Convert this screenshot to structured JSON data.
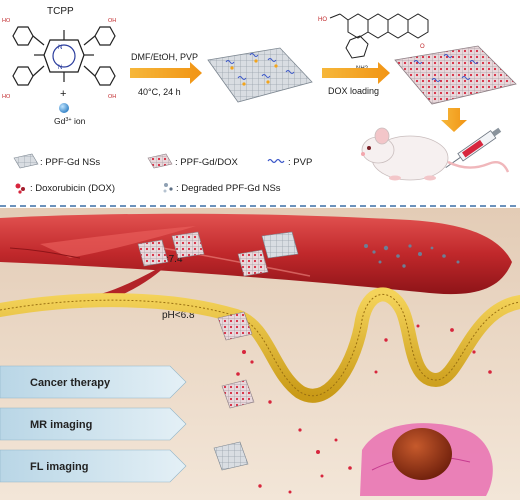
{
  "synthesis": {
    "tcpp_label": "TCPP",
    "plus_sign": "+",
    "gd_ion_label": "Gd",
    "gd_ion_charge": "3+",
    "gd_ion_suffix": " ion",
    "step1_reagents": "DMF/EtOH, PVP",
    "step1_conditions": "40°C, 24 h",
    "step2_label": "DOX loading"
  },
  "legend": {
    "nanosheet": ": PPF-Gd NSs",
    "loaded": ": PPF-Gd/DOX",
    "pvp": ": PVP",
    "dox": ": Doxorubicin (DOX)",
    "degraded": ": Degraded PPF-Gd NSs"
  },
  "vessel": {
    "ph_blood": "pH=7.4",
    "ph_tumor": "pH<6.8"
  },
  "applications": [
    "Cancer therapy",
    "MR imaging",
    "FL imaging"
  ],
  "colors": {
    "blood_red": "#c0282b",
    "membrane_yellow": "#e5b92a",
    "arrow_orange": "#f3a41b",
    "dox_red": "#d7263d",
    "nucleus_brown": "#8a2a12",
    "cytoplasm_pink": "#e96fb1",
    "pvp_blue": "#3a56c8",
    "label_panel": "#cfe3ee"
  }
}
